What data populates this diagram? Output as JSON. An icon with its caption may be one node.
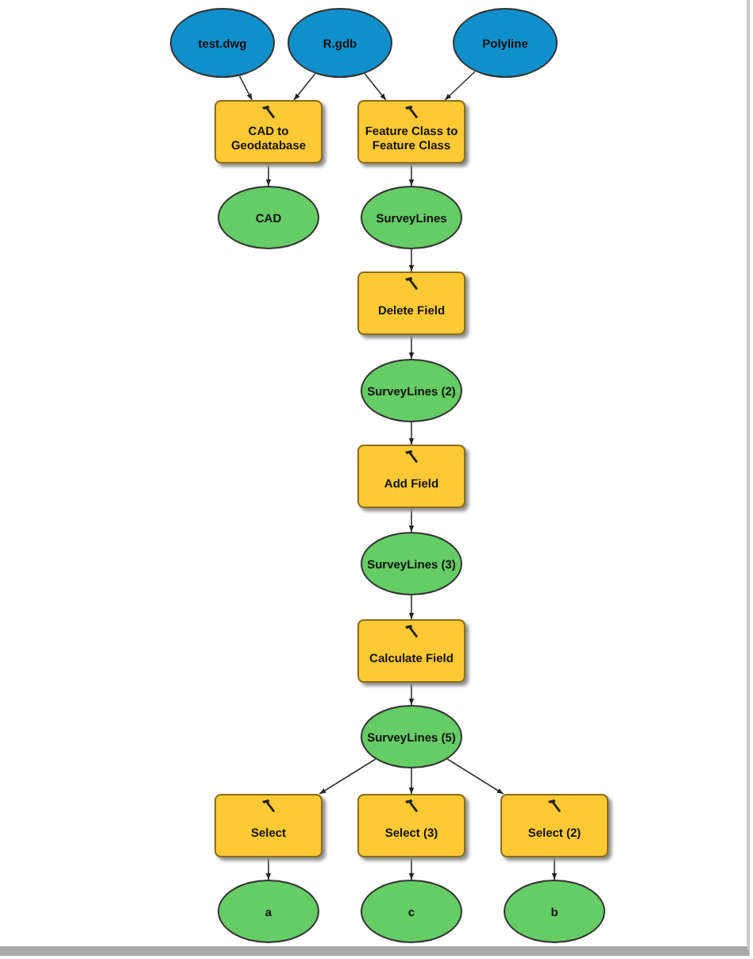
{
  "diagram": {
    "nodes": [
      {
        "text": [
          "test.dwg"
        ]
      },
      {
        "text": [
          "R.gdb"
        ]
      },
      {
        "text": [
          "Polyline"
        ]
      },
      {
        "text": [
          "CAD to Geodatabase"
        ]
      },
      {
        "text": [
          "Feature Class to Feature Class"
        ]
      },
      {
        "text": [
          "CAD"
        ]
      },
      {
        "text": [
          "SurveyLines"
        ]
      },
      {
        "text": [
          "Delete Field"
        ]
      },
      {
        "text": [
          "SurveyLines (2)"
        ]
      },
      {
        "text": [
          "Add Field"
        ]
      },
      {
        "text": [
          "SurveyLines (3)"
        ]
      },
      {
        "text": [
          "Calculate Field"
        ]
      },
      {
        "text": [
          "SurveyLines (5)"
        ]
      },
      {
        "text": [
          "Select"
        ]
      },
      {
        "text": [
          "Select (3)"
        ]
      },
      {
        "text": [
          "Select (2)"
        ]
      },
      {
        "text": [
          "a"
        ]
      },
      {
        "text": [
          "c"
        ]
      },
      {
        "text": [
          "b"
        ]
      }
    ],
    "edges": [
      {
        "from": 0,
        "to": 3,
        "arrow": "to"
      },
      {
        "from": 1,
        "to": 3,
        "arrow": "to"
      },
      {
        "from": 1,
        "to": 4,
        "arrow": "to"
      },
      {
        "from": 2,
        "to": 4,
        "arrow": "to"
      },
      {
        "from": 3,
        "to": 5,
        "arrow": "to"
      },
      {
        "from": 4,
        "to": 6,
        "arrow": "to"
      },
      {
        "from": 6,
        "to": 7,
        "arrow": "to"
      },
      {
        "from": 7,
        "to": 8,
        "arrow": "to"
      },
      {
        "from": 8,
        "to": 9,
        "arrow": "to"
      },
      {
        "from": 9,
        "to": 10,
        "arrow": "to"
      },
      {
        "from": 10,
        "to": 11,
        "arrow": "to"
      },
      {
        "from": 11,
        "to": 12,
        "arrow": "to"
      },
      {
        "from": 12,
        "to": 13,
        "arrow": "to"
      },
      {
        "from": 12,
        "to": 14,
        "arrow": "to"
      },
      {
        "from": 12,
        "to": 15,
        "arrow": "to"
      },
      {
        "from": 13,
        "to": 16,
        "arrow": "to"
      },
      {
        "from": 14,
        "to": 17,
        "arrow": "to"
      },
      {
        "from": 15,
        "to": 18,
        "arrow": "to"
      }
    ]
  }
}
